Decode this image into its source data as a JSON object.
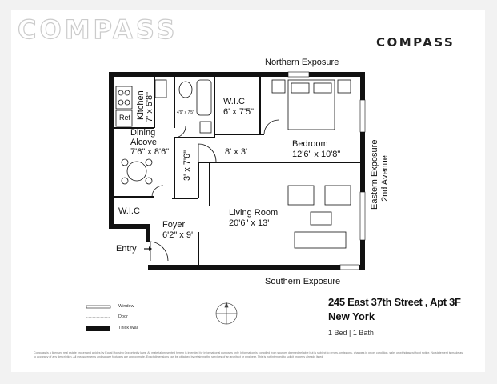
{
  "watermark": "COMPASS",
  "brand": "COMPASS",
  "exposures": {
    "north": "Northern Exposure",
    "south": "Southern Exposure",
    "east_line1": "Eastern Exposure",
    "east_line2": "2nd Avenue"
  },
  "rooms": {
    "kitchen_name": "Kitchen",
    "kitchen_dim": "7' x 5'8\"",
    "ref": "Ref",
    "bath_dim": "4'9\" x 7'5\"",
    "wic1_name": "W.I.C",
    "wic1_dim": "6' x 7'5\"",
    "hall_dim": "8' x 3'",
    "closet_dim": "3' x 7'6\"",
    "dining_name": "Dining",
    "dining_name2": "Alcove",
    "dining_dim": "7'6\" x 8'6\"",
    "bedroom_name": "Bedroom",
    "bedroom_dim": "12'6\" x 10'8\"",
    "living_name": "Living Room",
    "living_dim": "20'6\" x 13'",
    "wic2_name": "W.I.C",
    "foyer_name": "Foyer",
    "foyer_dim": "6'2\" x 9'",
    "entry": "Entry"
  },
  "legend": {
    "window": "Window",
    "door": "Door",
    "thick_wall": "Thick Wall"
  },
  "listing": {
    "address": "245 East 37th Street , Apt 3F",
    "city": "New York",
    "summary": "1 Bed | 1 Bath"
  },
  "disclaimer": "Compass is a licensed real estate broker and abides by Equal Housing Opportunity laws. All material presented herein is intended for informational purposes only. Information is compiled from sources deemed reliable but is subject to errors, omissions, changes in price, condition, sale, or withdraw without notice. No statement is made as to accuracy of any description. All measurements and square footages are approximate. Exact dimensions can be obtained by retaining the services of an architect or engineer. This is not intended to solicit property already listed."
}
